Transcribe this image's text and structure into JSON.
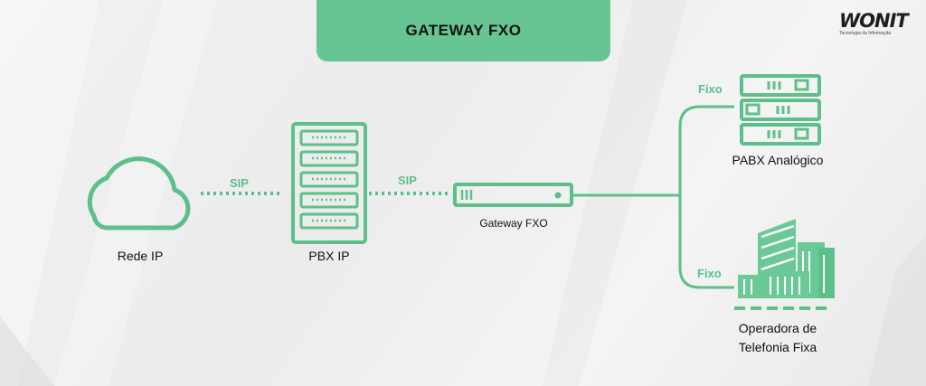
{
  "title": "GATEWAY FXO",
  "logo": {
    "main": "WONIT",
    "sub": "Tecnologia da Informação"
  },
  "colors": {
    "accent": "#66c592",
    "stroke": "#5dbf8a",
    "text": "#111111"
  },
  "nodes": {
    "cloud": {
      "label": "Rede IP",
      "icon": "cloud-icon"
    },
    "pbx": {
      "label": "PBX IP",
      "icon": "server-rack-icon"
    },
    "gateway": {
      "label": "Gateway FXO",
      "icon": "gateway-device-icon"
    },
    "pabx": {
      "label": "PABX Analógico",
      "icon": "pabx-icon"
    },
    "operator": {
      "label_line1": "Operadora de",
      "label_line2": "Telefonia Fixa",
      "icon": "buildings-icon"
    }
  },
  "links": {
    "cloud_pbx": "SIP",
    "pbx_gateway": "SIP",
    "gateway_pabx": "Fixo",
    "gateway_operator": "Fixo"
  }
}
